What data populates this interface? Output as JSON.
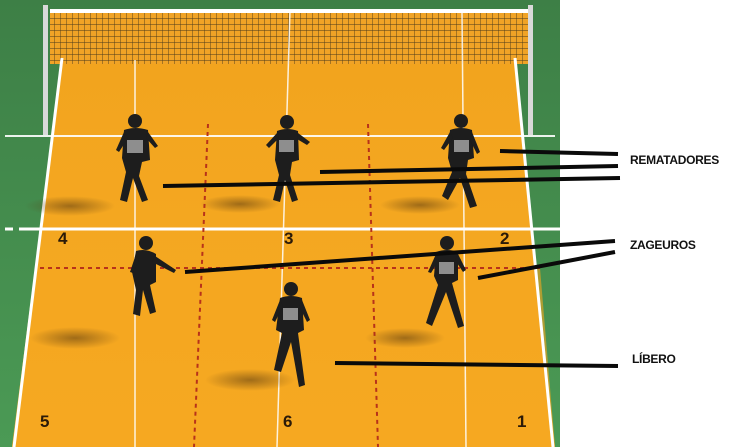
{
  "labels": {
    "rematadores": "REMATADORES",
    "zagueiros": "ZAGEUROS",
    "libero": "LÍBERO"
  },
  "positions": {
    "p1": "1",
    "p2": "2",
    "p3": "3",
    "p4": "4",
    "p5": "5",
    "p6": "6"
  },
  "colors": {
    "court": "#f6a21c",
    "court_dark": "#e88c12",
    "surround": "#3f8a4a",
    "lines": "#ffffff",
    "zone_dash": "#b8321a",
    "net": "#e9c86a",
    "pointer": "#0a0a0a"
  }
}
